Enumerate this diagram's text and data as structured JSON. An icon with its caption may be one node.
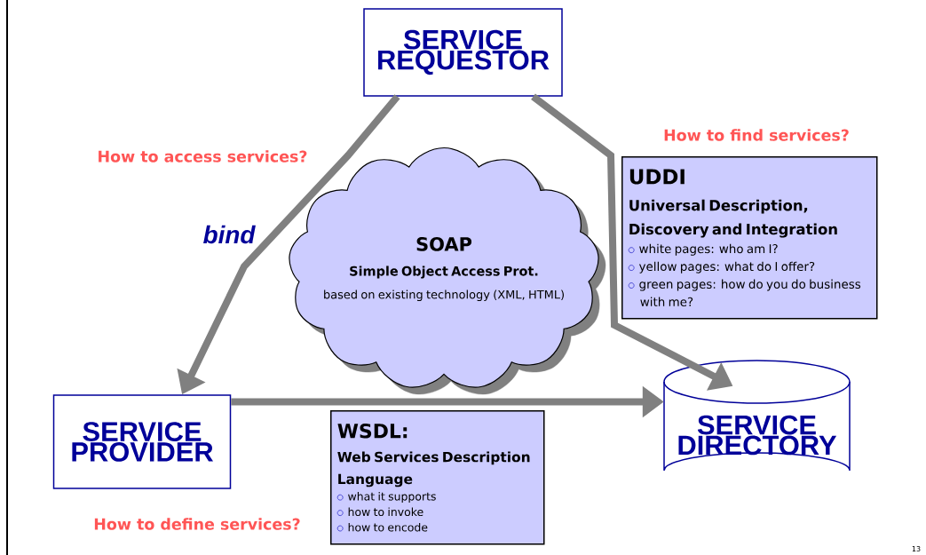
{
  "diagram": {
    "nodes": [
      {
        "text": [
          "SERVICE REQUESTOR"
        ]
      },
      {
        "text": [
          "SOAP",
          "Simple Object Access Prot.",
          "based on existing technology (XML, HTML)"
        ]
      },
      {
        "text": [
          "UDDI",
          "Universal Description, Discovery and Integration",
          "white pages: who am I?",
          "yellow pages: what do I offer?",
          "green pages: how do you do business with me?"
        ]
      },
      {
        "text": [
          "SERVICE PROVIDER"
        ]
      },
      {
        "text": [
          "WSDL:",
          "Web Services Description Language",
          "what it supports",
          "how to invoke",
          "how to encode"
        ]
      },
      {
        "text": [
          "SERVICE DIRECTORY"
        ]
      }
    ],
    "edges": [
      {
        "from": 0,
        "to": 3,
        "arrow": "to",
        "label": "bind"
      },
      {
        "from": 0,
        "to": 5,
        "arrow": "to"
      },
      {
        "from": 3,
        "to": 5,
        "arrow": "to"
      }
    ],
    "labels": [
      "How to find services?",
      "How to access services?",
      "How to define services?",
      "13"
    ]
  }
}
